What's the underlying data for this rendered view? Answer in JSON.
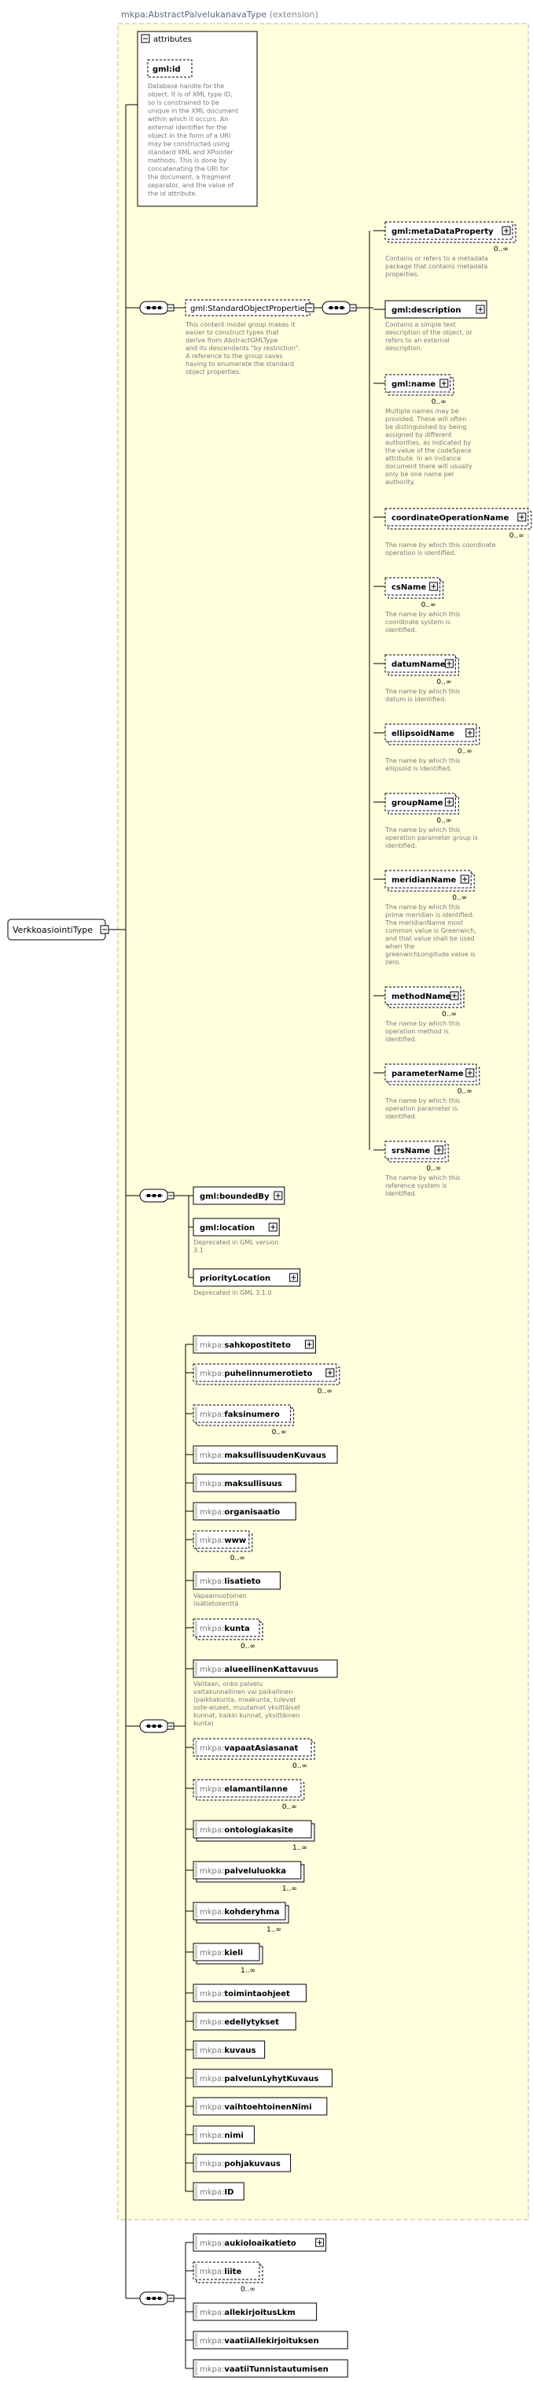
{
  "root": {
    "name": "VerkkoasiointiType"
  },
  "extension": {
    "type_name": "mkpa:AbstractPalvelukanavaType",
    "label": "(extension)"
  },
  "attributes": {
    "title": "attributes",
    "item": {
      "name": "gml:id",
      "doc": [
        "Database handle for the",
        "object.  It is of XML type ID,",
        "so is constrained to be",
        "unique in the XML document",
        "within which it occurs.  An",
        "external identifier for the",
        "object in the form of a URI",
        "may be constructed using",
        "standard XML and XPointer",
        "methods.  This is done by",
        "concatenating the URI for",
        "the document, a fragment",
        "separator, and the value of",
        "the id attribute."
      ]
    }
  },
  "group": {
    "name": "gml:StandardObjectProperties",
    "doc": [
      "This content model group makes it",
      "easier to construct types that",
      "     derive from AbstractGMLType",
      "and its descendants \"by restriction\".",
      "     A reference to the group saves",
      "having to enumerate the standard",
      "object properties."
    ]
  },
  "group_children": [
    {
      "name": "gml:metaDataProperty",
      "card": "0..∞",
      "doc": [
        "Contains or refers to a metadata",
        "package that contains metadata",
        "properties."
      ]
    },
    {
      "name": "gml:description",
      "card": "",
      "doc": [
        "Contains a simple text",
        "description of the object, or",
        "refers to an external",
        "description."
      ]
    },
    {
      "name": "gml:name",
      "card": "0..∞",
      "doc": [
        "Multiple names may be",
        "provided.  These will often",
        "be distinguished by being",
        "assigned by different",
        "authorities, as indicated by",
        "the value of the codeSpace",
        "attribute.  In an instance",
        "document there will usually",
        "only be one name per",
        "authority."
      ]
    },
    {
      "name": "coordinateOperationName",
      "card": "0..∞",
      "doc": [
        "The name by which this coordinate",
        "operation is identified."
      ]
    },
    {
      "name": "csName",
      "card": "0..∞",
      "doc": [
        "The name by which this",
        "coordinate system is",
        "identified."
      ]
    },
    {
      "name": "datumName",
      "card": "0..∞",
      "doc": [
        "The name by which this",
        "datum is identified."
      ]
    },
    {
      "name": "ellipsoidName",
      "card": "0..∞",
      "doc": [
        "The name by which this",
        "ellipsoid is identified."
      ]
    },
    {
      "name": "groupName",
      "card": "0..∞",
      "doc": [
        "The name by which this",
        "operation parameter group is",
        "identified."
      ]
    },
    {
      "name": "meridianName",
      "card": "0..∞",
      "doc": [
        "The name by which this",
        "prime meridian is identified.",
        "The meridianName most",
        "common value is Greenwich,",
        "and that value shall be used",
        "when the",
        "greenwichLongitude value is",
        "zero."
      ]
    },
    {
      "name": "methodName",
      "card": "0..∞",
      "doc": [
        "The name by which this",
        "operation method is",
        "identified."
      ]
    },
    {
      "name": "parameterName",
      "card": "0..∞",
      "doc": [
        "The name by which this",
        "operation parameter is",
        "identified."
      ]
    },
    {
      "name": "srsName",
      "card": "0..∞",
      "doc": [
        "The name by which this",
        "reference system is",
        "identified."
      ]
    }
  ],
  "bounded": [
    {
      "name": "gml:boundedBy",
      "card": "",
      "doc": []
    },
    {
      "name": "gml:location",
      "card": "",
      "doc": [
        "Deprecated in GML version",
        "3.1"
      ]
    },
    {
      "name": "priorityLocation",
      "card": "",
      "doc": [
        "Deprecated in GML 3.1.0"
      ]
    }
  ],
  "seq_main": [
    {
      "prefix": "mkpa:",
      "name": "sahkopostiteto",
      "card": "",
      "doc": []
    },
    {
      "prefix": "mkpa:",
      "name": "puhelinnumerotieto",
      "card": "0..∞",
      "doc": []
    },
    {
      "prefix": "mkpa:",
      "name": "faksinumero",
      "card": "0..∞",
      "doc": []
    },
    {
      "prefix": "mkpa:",
      "name": "maksullisuudenKuvaus",
      "card": "",
      "doc": []
    },
    {
      "prefix": "mkpa:",
      "name": "maksullisuus",
      "card": "",
      "doc": []
    },
    {
      "prefix": "mkpa:",
      "name": "organisaatio",
      "card": "",
      "doc": []
    },
    {
      "prefix": "mkpa:",
      "name": "www",
      "card": "0..∞",
      "doc": []
    },
    {
      "prefix": "mkpa:",
      "name": "lisatieto",
      "card": "",
      "doc": [
        "Vapaamuotoinen",
        "lisätietokenttä"
      ]
    },
    {
      "prefix": "mkpa:",
      "name": "kunta",
      "card": "0..∞",
      "doc": []
    },
    {
      "prefix": "mkpa:",
      "name": "alueellinenKattavuus",
      "card": "",
      "doc": [
        "Valitaan, onko palvelu",
        "valtakunnallinen vai paikallinen",
        "(paikkakunta, maakunta, tulevat",
        "sote-alueet, muutamat yksittäiset",
        "kunnat, kaikki kunnat, yksittäinen",
        "kunta)"
      ]
    },
    {
      "prefix": "mkpa:",
      "name": "vapaatAsiasanat",
      "card": "0..∞",
      "doc": []
    },
    {
      "prefix": "mkpa:",
      "name": "elamantilanne",
      "card": "0..∞",
      "doc": []
    },
    {
      "prefix": "mkpa:",
      "name": "ontologiakasite",
      "card": "1..∞",
      "doc": []
    },
    {
      "prefix": "mkpa:",
      "name": "palveluluokka",
      "card": "1..∞",
      "doc": []
    },
    {
      "prefix": "mkpa:",
      "name": "kohderyhma",
      "card": "1..∞",
      "doc": []
    },
    {
      "prefix": "mkpa:",
      "name": "kieli",
      "card": "1..∞",
      "doc": []
    },
    {
      "prefix": "mkpa:",
      "name": "toimintaohjeet",
      "card": "",
      "doc": []
    },
    {
      "prefix": "mkpa:",
      "name": "edellytykset",
      "card": "",
      "doc": []
    },
    {
      "prefix": "mkpa:",
      "name": "kuvaus",
      "card": "",
      "doc": []
    },
    {
      "prefix": "mkpa:",
      "name": "palvelunLyhytKuvaus",
      "card": "",
      "doc": []
    },
    {
      "prefix": "mkpa:",
      "name": "vaihtoehtoinenNimi",
      "card": "",
      "doc": []
    },
    {
      "prefix": "mkpa:",
      "name": "nimi",
      "card": "",
      "doc": []
    },
    {
      "prefix": "mkpa:",
      "name": "pohjakuvaus",
      "card": "",
      "doc": []
    },
    {
      "prefix": "mkpa:",
      "name": "ID",
      "card": "",
      "doc": []
    }
  ],
  "seq_outer": [
    {
      "prefix": "mkpa:",
      "name": "aukioloaikatieto",
      "card": "",
      "doc": []
    },
    {
      "prefix": "mkpa:",
      "name": "liite",
      "card": "0..∞",
      "doc": []
    },
    {
      "prefix": "mkpa:",
      "name": "allekirjoitusLkm",
      "card": "",
      "doc": []
    },
    {
      "prefix": "mkpa:",
      "name": "vaatiiAllekirjoituksen",
      "card": "",
      "doc": []
    },
    {
      "prefix": "mkpa:",
      "name": "vaatiiTunnistautumisen",
      "card": "",
      "doc": []
    }
  ],
  "colors": {
    "extension_bg": "#ffffde",
    "extension_border": "#b9b9b9",
    "box_border": "#000000",
    "doc_text": "#7a7a7a"
  }
}
